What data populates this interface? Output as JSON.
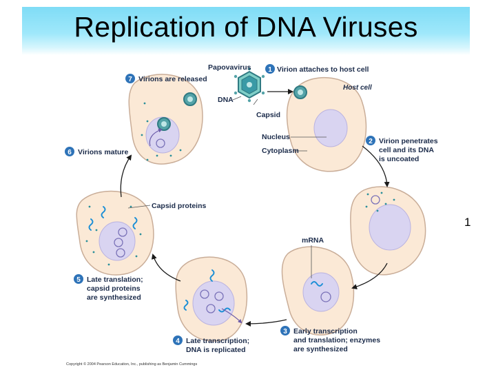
{
  "title": "Replication of DNA Viruses",
  "page_number": "1",
  "labels": {
    "papovavirus": "Papovavirus",
    "dna": "DNA",
    "capsid": "Capsid",
    "host_cell": "Host cell",
    "nucleus": "Nucleus",
    "cytoplasm": "Cytoplasm",
    "capsid_proteins": "Capsid proteins",
    "mrna": "mRNA"
  },
  "steps": [
    {
      "number": "1",
      "lines": [
        "Virion attaches to host cell"
      ]
    },
    {
      "number": "2",
      "lines": [
        "Virion penetrates",
        "cell and its DNA",
        "is uncoated"
      ]
    },
    {
      "number": "3",
      "lines": [
        "Early transcription",
        "and translation; enzymes",
        "are synthesized"
      ]
    },
    {
      "number": "4",
      "lines": [
        "Late transcription;",
        "DNA is replicated"
      ]
    },
    {
      "number": "5",
      "lines": [
        "Late translation;",
        "capsid proteins",
        "are synthesized"
      ]
    },
    {
      "number": "6",
      "lines": [
        "Virions mature"
      ]
    },
    {
      "number": "7",
      "lines": [
        "Virions are released"
      ]
    }
  ],
  "copyright": "Copyright © 2004 Pearson Education, Inc., publishing as Benjamin Cummings",
  "colors": {
    "cell_fill": "#fbe9d6",
    "cell_stroke": "#c9ad98",
    "nucleus_fill": "#d9d4f1",
    "nucleus_stroke": "#b9b2e0",
    "step_badge": "#2e73b8",
    "virion": "#54a3a8",
    "dna_strand": "#1c8fd6",
    "dot": "#2a8f9a",
    "arrow": "#1a1a1a"
  }
}
